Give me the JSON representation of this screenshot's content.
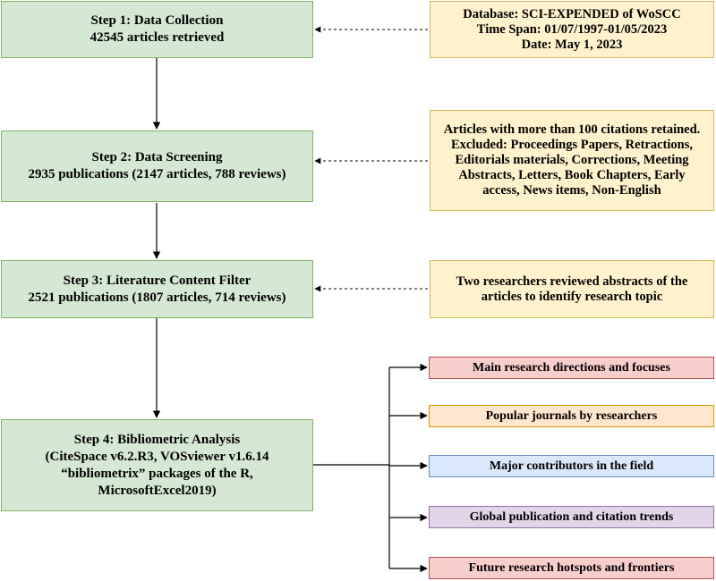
{
  "steps": [
    {
      "title": "Step 1: Data Collection",
      "detail": "42545 articles retrieved"
    },
    {
      "title": "Step 2: Data Screening",
      "detail": "2935 publications (2147 articles, 788 reviews)"
    },
    {
      "title": "Step 3: Literature Content Filter",
      "detail": "2521 publications (1807 articles, 714 reviews)"
    },
    {
      "title": "Step 4: Bibliometric Analysis",
      "lines": [
        "(CiteSpace v6.2.R3, VOSviewer v1.6.14",
        "“bibliometrix” packages of the R,",
        "MicrosoftExcel2019)"
      ]
    }
  ],
  "notes": [
    {
      "lines": [
        "Database: SCI-EXPENDED of WoSCC",
        "Time Span: 01/07/1997-01/05/2023",
        "Date: May 1, 2023"
      ]
    },
    {
      "lines": [
        "Articles with more than 100 citations retained.",
        "Excluded: Proceedings Papers, Retractions,",
        "Editorials materials, Corrections, Meeting",
        "Abstracts, Letters, Book Chapters, Early",
        "access, News items, Non-English"
      ]
    },
    {
      "lines": [
        "Two researchers reviewed abstracts of the",
        "articles to identify research topic"
      ]
    }
  ],
  "outputs": [
    {
      "label": "Main research directions and focuses",
      "color": "#f8cecc"
    },
    {
      "label": "Popular journals by researchers",
      "color": "#ffe6cc"
    },
    {
      "label": "Major contributors in the field",
      "color": "#dae8fc"
    },
    {
      "label": "Global publication and citation trends",
      "color": "#e1d5e7"
    },
    {
      "label": "Future research hotspots and frontiers",
      "color": "#f8cecc"
    }
  ]
}
